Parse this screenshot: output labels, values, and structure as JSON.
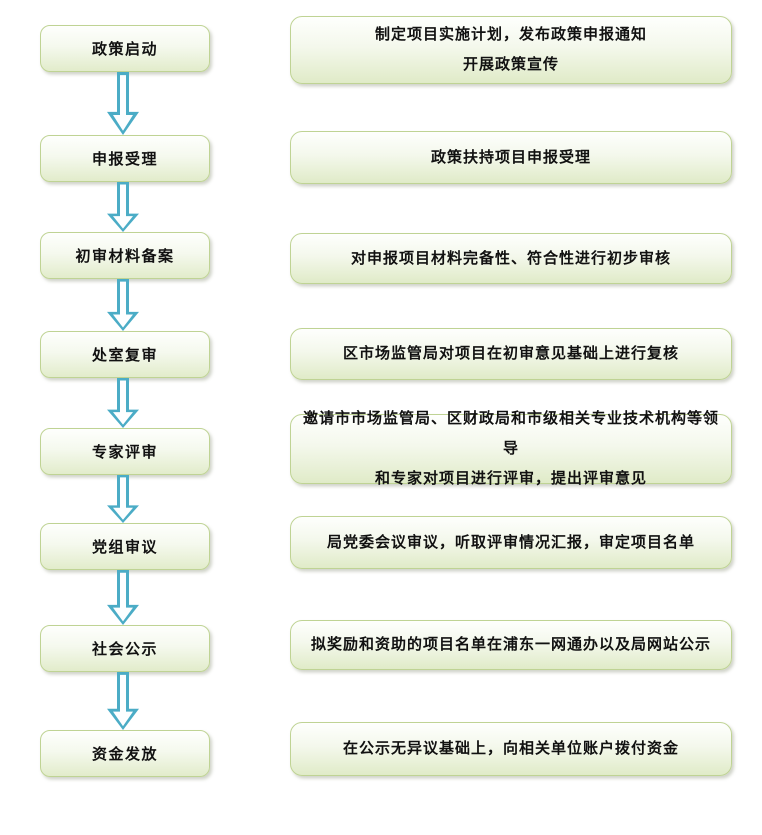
{
  "colors": {
    "arrow_teal": "#4BACC6",
    "box_border_green": "#BFD394",
    "box_fill_light": "#E8F1D9",
    "text": "#111111"
  },
  "steps": [
    {
      "label": "政策启动",
      "desc": "制定项目实施计划，发布政策申报通知\n开展政策宣传"
    },
    {
      "label": "申报受理",
      "desc": "政策扶持项目申报受理"
    },
    {
      "label": "初审材料备案",
      "desc": "对申报项目材料完备性、符合性进行初步审核"
    },
    {
      "label": "处室复审",
      "desc": "区市场监管局对项目在初审意见基础上进行复核"
    },
    {
      "label": "专家评审",
      "desc": "邀请市市场监管局、区财政局和市级相关专业技术机构等领导\n和专家对项目进行评审，提出评审意见"
    },
    {
      "label": "党组审议",
      "desc": "局党委会议审议，听取评审情况汇报，审定项目名单"
    },
    {
      "label": "社会公示",
      "desc": "拟奖励和资助的项目名单在浦东一网通办以及局网站公示"
    },
    {
      "label": "资金发放",
      "desc": "在公示无异议基础上，向相关单位账户拨付资金"
    }
  ]
}
